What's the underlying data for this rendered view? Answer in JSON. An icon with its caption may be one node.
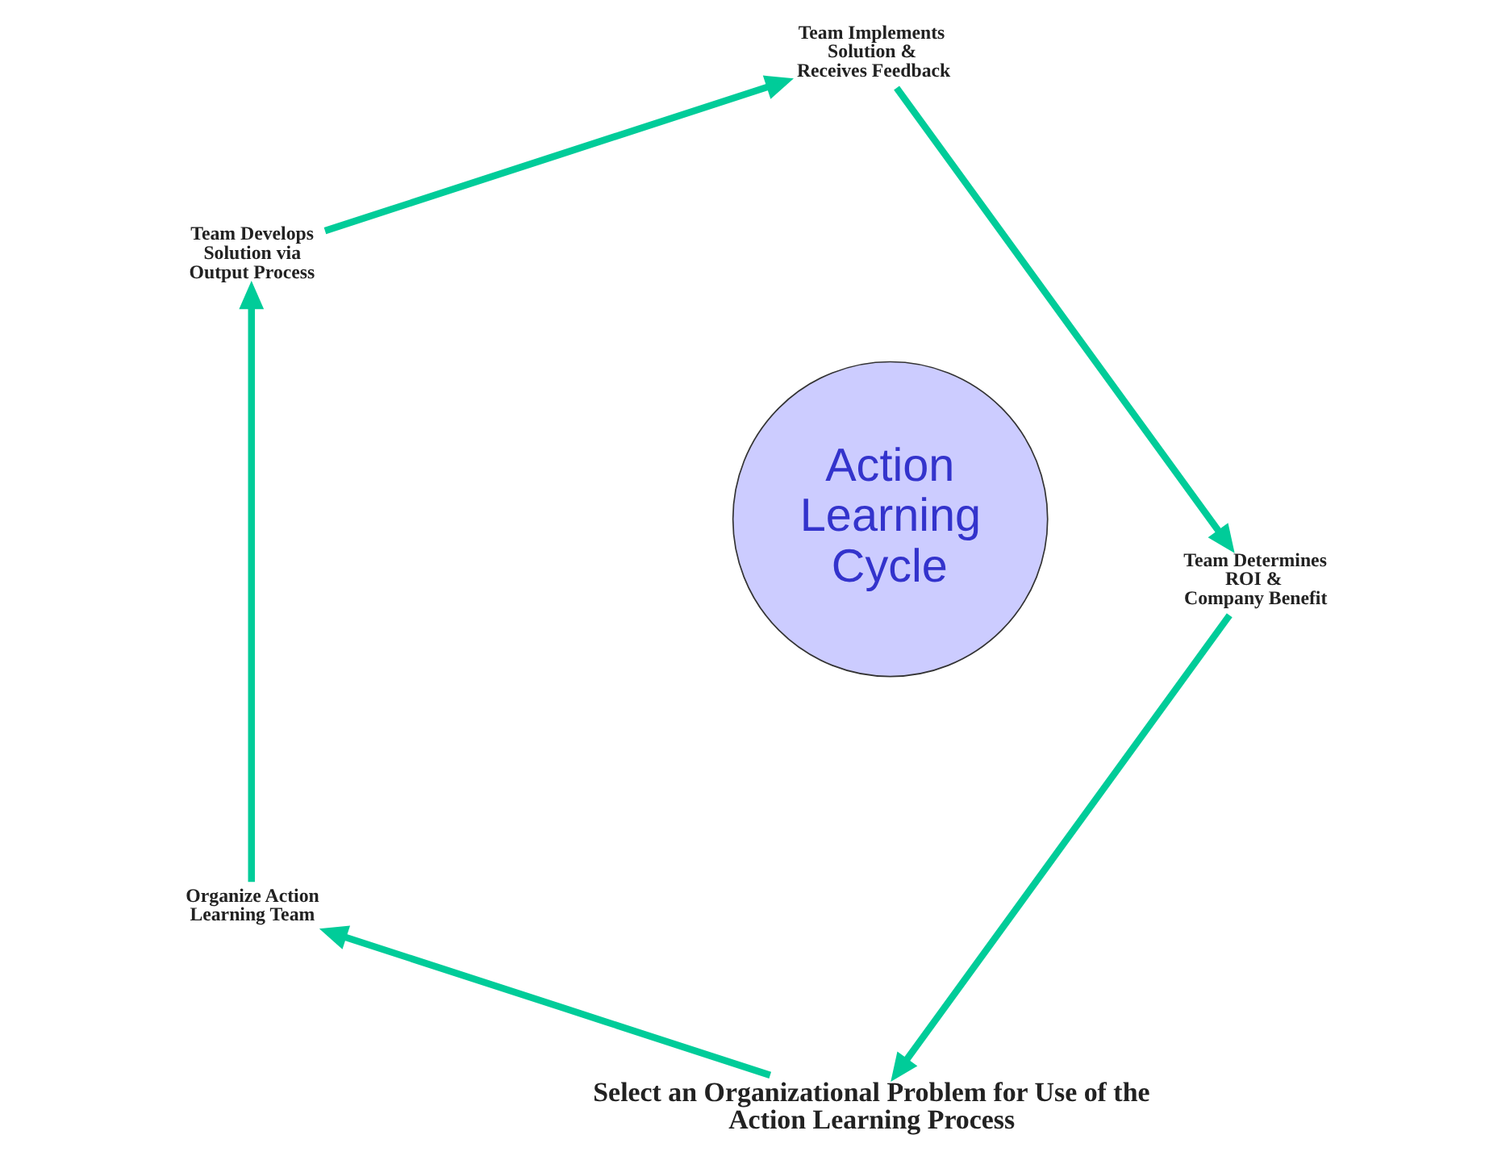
{
  "diagram": {
    "nodes": [
      {
        "text": [
          "Select an Organizational Problem for Use of the Action Learning Process"
        ]
      },
      {
        "text": [
          "Organize Action Learning Team"
        ]
      },
      {
        "text": [
          "Team Develops Solution via Output Process"
        ]
      },
      {
        "text": [
          "Team Implements Solution & Receives Feedback"
        ]
      },
      {
        "text": [
          "Team Determines ROI & Company Benefit"
        ]
      },
      {
        "text": [
          "Action Learning Cycle"
        ]
      }
    ],
    "edges": [
      {
        "from": 0,
        "to": 1,
        "arrow": "to"
      },
      {
        "from": 1,
        "to": 2,
        "arrow": "to"
      },
      {
        "from": 2,
        "to": 3,
        "arrow": "to"
      },
      {
        "from": 3,
        "to": 4,
        "arrow": "to"
      },
      {
        "from": 4,
        "to": 0,
        "arrow": "to"
      }
    ]
  }
}
